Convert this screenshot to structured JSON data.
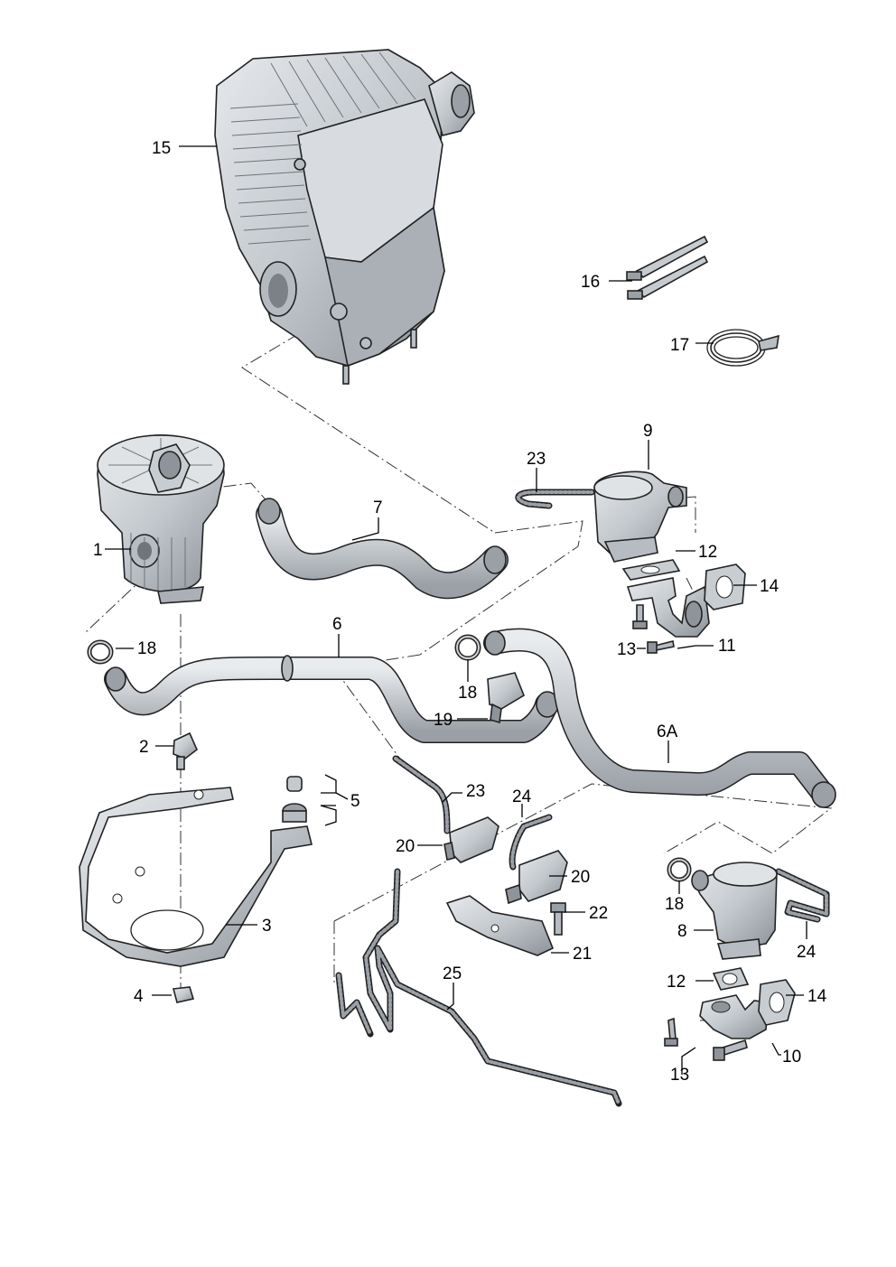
{
  "labels": {
    "p1": "1",
    "p2": "2",
    "p3": "3",
    "p4": "4",
    "p5": "5",
    "p6": "6",
    "p6a": "6A",
    "p7": "7",
    "p8": "8",
    "p9": "9",
    "p10": "10",
    "p11": "11",
    "p12_top": "12",
    "p12_bot": "12",
    "p13_top": "13",
    "p13_bot": "13",
    "p14_top": "14",
    "p14_bot": "14",
    "p15": "15",
    "p16": "16",
    "p17": "17",
    "p18_left": "18",
    "p18_mid": "18",
    "p18_right": "18",
    "p19": "19",
    "p20_left": "20",
    "p20_right": "20",
    "p21": "21",
    "p22": "22",
    "p23_top": "23",
    "p23_mid": "23",
    "p24_mid": "24",
    "p24_right": "24",
    "p25": "25"
  },
  "colors": {
    "part_fill": "#c9cdd1",
    "part_dark": "#8e949a",
    "part_light": "#e4e7ea",
    "line": "#222222"
  }
}
